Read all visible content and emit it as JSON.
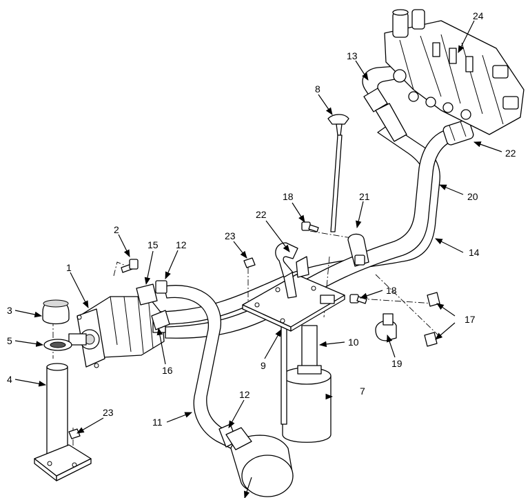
{
  "callouts": {
    "c1": "1",
    "c2": "2",
    "c3": "3",
    "c4": "4",
    "c5": "5",
    "c7": "7",
    "c8": "8",
    "c9": "9",
    "c10": "10",
    "c11": "11",
    "c12a": "12",
    "c12b": "12",
    "c13": "13",
    "c14": "14",
    "c15": "15",
    "c16": "16",
    "c17": "17",
    "c18a": "18",
    "c18b": "18",
    "c19": "19",
    "c20": "20",
    "c21": "21",
    "c22a": "22",
    "c22b": "22",
    "c23a": "23",
    "c23b": "23",
    "c24": "24"
  }
}
